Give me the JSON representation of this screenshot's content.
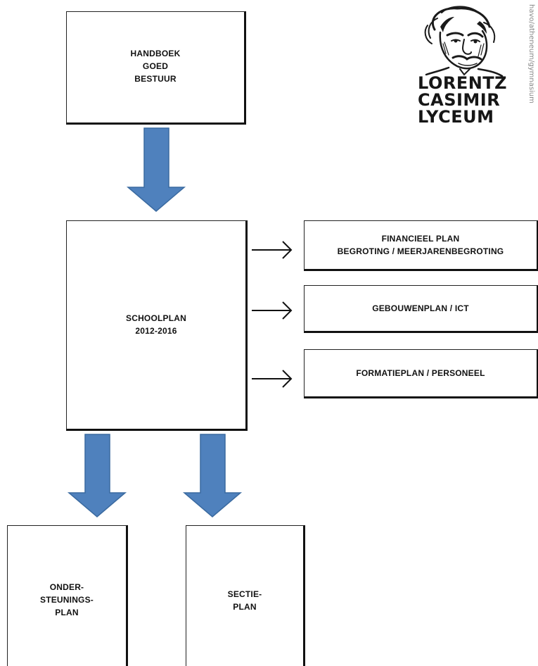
{
  "boxes": {
    "handboek": {
      "lines": [
        "HANDBOEK",
        "GOED",
        "BESTUUR"
      ]
    },
    "schoolplan": {
      "lines": [
        "SCHOOLPLAN",
        "2012-2016"
      ]
    },
    "financieel": {
      "lines": [
        "FINANCIEEL PLAN",
        "BEGROTING / MEERJARENBEGROTING"
      ]
    },
    "gebouwen": {
      "lines": [
        "GEBOUWENPLAN / ICT"
      ]
    },
    "formatie": {
      "lines": [
        "FORMATIEPLAN / PERSONEEL"
      ]
    },
    "onder": {
      "lines": [
        "ONDER-",
        "STEUNINGS-",
        "PLAN"
      ]
    },
    "sectie": {
      "lines": [
        "SECTIE-",
        "PLAN"
      ]
    }
  },
  "logo": {
    "words": [
      "LORENTZ",
      "CASIMIR",
      "LYCEUM"
    ],
    "vertical_text": "havo/atheneum/gymnasium",
    "icon": "portrait-sketch-icon"
  },
  "colors": {
    "block_arrow_fill": "#4f81bd",
    "block_arrow_stroke": "#3a6aa0",
    "line": "#111111"
  }
}
